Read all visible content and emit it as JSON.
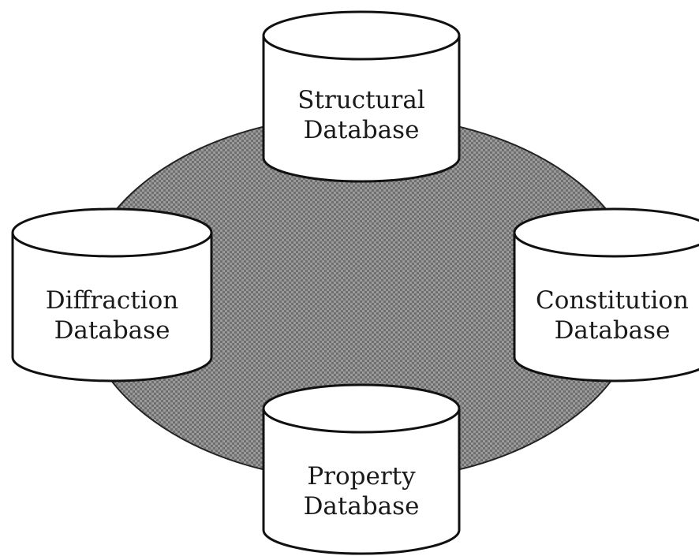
{
  "diagram": {
    "center": {
      "shape": "ellipse",
      "fill_color": "#7a7a7a",
      "pattern": "checkered"
    },
    "databases": [
      {
        "line1": "Structural",
        "line2": "Database"
      },
      {
        "line1": "Diffraction",
        "line2": "Database"
      },
      {
        "line1": "Constitution",
        "line2": "Database"
      },
      {
        "line1": "Property",
        "line2": "Database"
      }
    ]
  }
}
